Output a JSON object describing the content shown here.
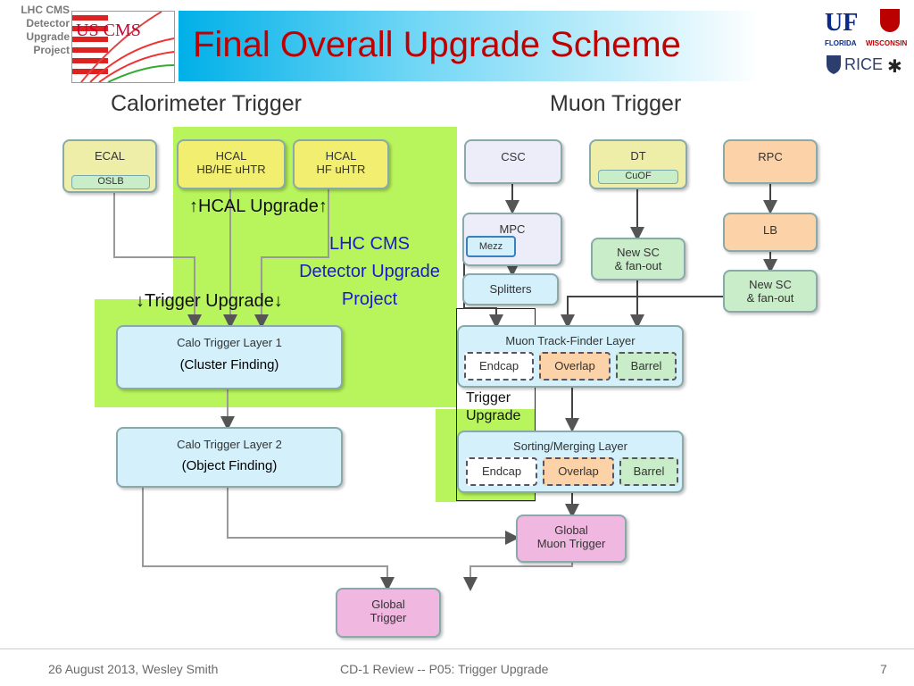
{
  "header": {
    "left_caption": [
      "LHC CMS",
      "Detector",
      "Upgrade",
      "Project"
    ],
    "title": "Final Overall Upgrade Scheme",
    "logos": {
      "cms_logo_text": "US CMS",
      "uf": "UF",
      "florida": "FLORIDA",
      "wisconsin": "WISCONSIN",
      "rice": "RICE"
    }
  },
  "sections": {
    "calorimeter": "Calorimeter Trigger",
    "muon": "Muon Trigger"
  },
  "notes": {
    "hcal_upgrade": "↑HCAL Upgrade↑",
    "trigger_upgrade": "↓Trigger Upgrade↓",
    "project": [
      "LHC CMS",
      "Detector Upgrade",
      "Project"
    ],
    "muon_trigger_upgrade": [
      "Trigger",
      "Upgrade"
    ]
  },
  "boxes": {
    "ecal": "ECAL",
    "oslb": "OSLB",
    "hcal_hbhe_1": "HCAL",
    "hcal_hbhe_2": "HB/HE uHTR",
    "hcal_hf_1": "HCAL",
    "hcal_hf_2": "HF uHTR",
    "csc": "CSC",
    "dt": "DT",
    "cuof": "CuOF",
    "rpc": "RPC",
    "mpc": "MPC",
    "mezz": "Mezz",
    "lb": "LB",
    "new_sc_1_a": "New SC",
    "new_sc_1_b": "& fan-out",
    "new_sc_2_a": "New SC",
    "new_sc_2_b": "& fan-out",
    "splitters": "Splitters",
    "calo_l1": "Calo Trigger Layer 1",
    "calo_l1_sub": "(Cluster Finding)",
    "calo_l2": "Calo Trigger Layer 2",
    "calo_l2_sub": "(Object Finding)",
    "mtf": "Muon Track-Finder Layer",
    "sorting": "Sorting/Merging Layer",
    "endcap": "Endcap",
    "overlap": "Overlap",
    "barrel": "Barrel",
    "gmt_1": "Global",
    "gmt_2": "Muon Trigger",
    "gt_1": "Global",
    "gt_2": "Trigger"
  },
  "footer": {
    "date_author": "26 August 2013, Wesley Smith",
    "review": "CD-1  Review -- P05: Trigger Upgrade",
    "page": "7"
  }
}
